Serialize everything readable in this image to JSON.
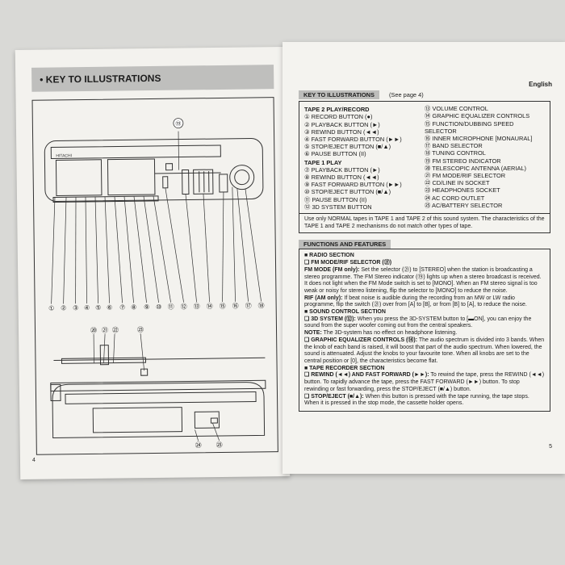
{
  "left_page": {
    "header": "• KEY TO ILLUSTRATIONS",
    "top_callouts": [
      "⑲"
    ],
    "top_numbers": [
      "①",
      "②",
      "③",
      "④",
      "⑤",
      "⑥",
      "⑦",
      "⑧",
      "⑨",
      "⑩",
      "⑪",
      "⑫",
      "⑬",
      "⑭",
      "⑮",
      "⑯",
      "⑰",
      "⑱"
    ],
    "bottom_callouts": [
      "⑳",
      "㉑",
      "㉒",
      "㉓"
    ],
    "bottom_numbers": [
      "㉔",
      "㉕"
    ],
    "brand": "HITACHI",
    "page_number": "4"
  },
  "right_page": {
    "language": "English",
    "key_title": "KEY TO ILLUSTRATIONS",
    "see_page": "(See page 4)",
    "col1": [
      {
        "type": "hd",
        "text": "TAPE 2 PLAY/RECORD"
      },
      {
        "type": "it",
        "text": "① RECORD BUTTON (●)"
      },
      {
        "type": "it",
        "text": "② PLAYBACK BUTTON (►)"
      },
      {
        "type": "it",
        "text": "③ REWIND BUTTON (◄◄)"
      },
      {
        "type": "it",
        "text": "④ FAST FORWARD BUTTON (►►)"
      },
      {
        "type": "it",
        "text": "⑤ STOP/EJECT BUTTON (■/▲)"
      },
      {
        "type": "it",
        "text": "⑥ PAUSE BUTTON (II)"
      },
      {
        "type": "hd",
        "text": "TAPE 1 PLAY"
      },
      {
        "type": "it",
        "text": "⑦ PLAYBACK BUTTON (►)"
      },
      {
        "type": "it",
        "text": "⑧ REWIND BUTTON (◄◄)"
      },
      {
        "type": "it",
        "text": "⑨ FAST FORWARD BUTTON (►►)"
      },
      {
        "type": "it",
        "text": "⑩ STOP/EJECT BUTTON (■/▲)"
      },
      {
        "type": "it",
        "text": "⑪ PAUSE BUTTON (II)"
      },
      {
        "type": "it",
        "text": "⑫ 3D SYSTEM BUTTON"
      }
    ],
    "col2": [
      "⑬ VOLUME CONTROL",
      "⑭ GRAPHIC EQUALIZER CONTROLS",
      "⑮ FUNCTION/DUBBING SPEED",
      "    SELECTOR",
      "⑯ INNER MICROPHONE [MONAURAL]",
      "⑰ BAND SELECTOR",
      "⑱ TUNING CONTROL",
      "⑲ FM STEREO INDICATOR",
      "⑳ TELESCOPIC ANTENNA (AERIAL)",
      "㉑ FM MODE/RIF SELECTOR",
      "㉒ CD/LINE IN SOCKET",
      "㉓ HEADPHONES SOCKET",
      "㉔ AC CORD OUTLET",
      "㉕ AC/BATTERY SELECTOR"
    ],
    "note": "Use only NORMAL tapes in TAPE 1 and TAPE 2 of this sound system. The characteristics of the TAPE 1 and TAPE 2 mechanisms do not match other types of tape.",
    "func_title": "FUNCTIONS AND FEATURES",
    "functions": [
      {
        "cls": "sub",
        "text": "■ RADIO SECTION"
      },
      {
        "cls": "sub",
        "text": "❑ FM MODE/RIF SELECTOR (㉑)"
      },
      {
        "cls": "txt",
        "bold": "FM MODE (FM only):",
        "text": " Set the selector (㉑) to [STEREO] when the station is broadcasting a stereo programme. The FM Stereo indicator (⑲) lights up when a stereo broadcast is received. It does not light when the FM Mode switch is set to [MONO]. When an FM stereo signal is too weak or noisy for stereo listening, flip the selector to [MONO] to reduce the noise."
      },
      {
        "cls": "txt",
        "bold": "RIF (AM only):",
        "text": " If beat noise is audible during the recording from an MW or LW radio programme, flip the switch (㉑) over from [A] to [B], or from [B] to [A], to reduce the noise."
      },
      {
        "cls": "sub",
        "text": "■ SOUND CONTROL SECTION"
      },
      {
        "cls": "txt",
        "bold": "❑ 3D SYSTEM (⑫):",
        "text": " When you press the 3D-SYSTEM button to [▬ON], you can enjoy the sound from the super woofer coming out from the central speakers."
      },
      {
        "cls": "txt",
        "bold": "NOTE:",
        "text": " The 3D-system has no effect on headphone listening."
      },
      {
        "cls": "txt",
        "bold": "❑ GRAPHIC EQUALIZER CONTROLS (⑭):",
        "text": " The audio spectrum is divided into 3 bands. When the knob of each band is raised, it will boost that part of the audio spectrum. When lowered, the sound is attenuated. Adjust the knobs to your favourite tone. When all knobs are set to the central position or [0], the characteristics become flat."
      },
      {
        "cls": "sub",
        "text": "■ TAPE RECORDER SECTION"
      },
      {
        "cls": "txt",
        "bold": "❑ REWIND (◄◄) AND FAST FORWARD (►►):",
        "text": " To rewind the tape, press the REWIND (◄◄) button. To rapidly advance the tape, press the FAST FORWARD (►►) button. To stop rewinding or fast forwarding, press the STOP/EJECT (■/▲) button."
      },
      {
        "cls": "txt",
        "bold": "❑ STOP/EJECT (■/▲):",
        "text": " When this button is pressed with the tape running, the tape stops. When it is pressed in the stop mode, the cassette holder opens."
      }
    ],
    "page_number": "5"
  }
}
